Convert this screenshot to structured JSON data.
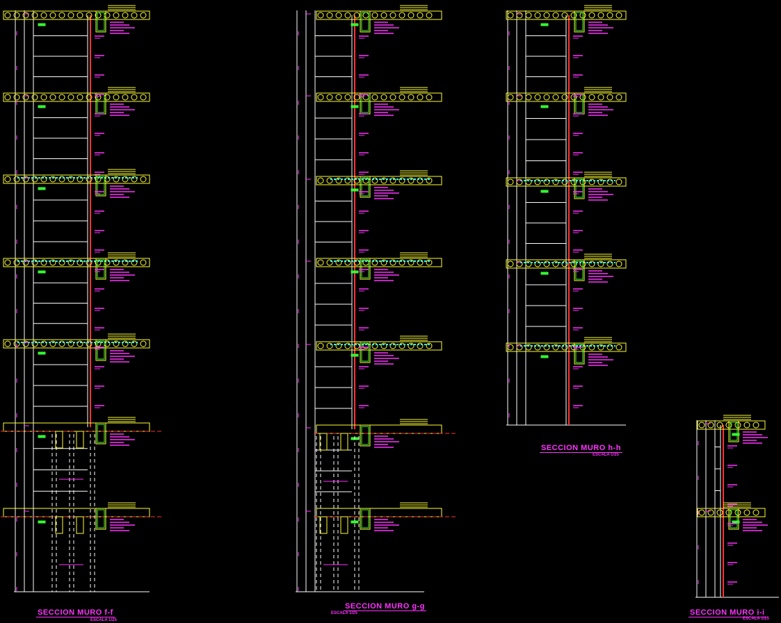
{
  "colors": {
    "background": "#000000",
    "structure": "#ffff33",
    "annotation": "#ff33ff",
    "wall": "#ff3333",
    "slab_hatch": "#33ffff",
    "labels": "#33ff33",
    "lines": "#ffffff"
  },
  "sections": [
    {
      "title": "SECCION MURO f-f",
      "scale": "ESCALA 1/25"
    },
    {
      "title": "SECCION MURO g-g",
      "scale": "ESCALA 1/25"
    },
    {
      "title": "SECCION MURO h-h",
      "scale": "ESCALA 1/25"
    },
    {
      "title": "SECCION MURO i-i",
      "scale": "ESCALA 1/25"
    }
  ]
}
